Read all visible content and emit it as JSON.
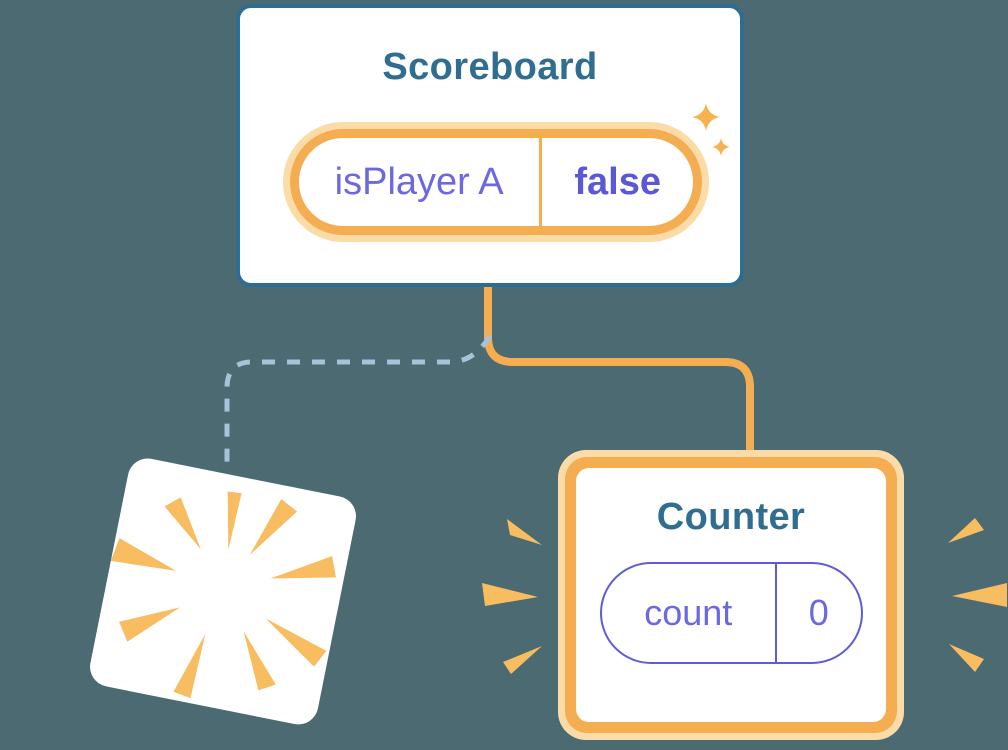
{
  "diagram": {
    "scoreboard": {
      "title": "Scoreboard",
      "state": {
        "name": "isPlayer A",
        "value": "false"
      }
    },
    "counter": {
      "title": "Counter",
      "state": {
        "name": "count",
        "value": "0"
      }
    },
    "deleted_component": {
      "description": "removed component shown as blank tilted card with poof burst"
    }
  },
  "icons": {
    "sparkles": "sparkles-icon",
    "poof": "poof-burst-icon",
    "emphasis": "emphasis-rays-icon"
  },
  "colors": {
    "background": "#4B6A72",
    "card_border_blue": "#2D6D92",
    "heading_blue": "#2F6E90",
    "accent_orange": "#F5AD52",
    "orange_glow": "#FBDCA8",
    "ray_orange": "#F8BC61",
    "state_purple": "#6B68E1",
    "value_purple": "#5B58D6",
    "pill_border_purple": "#5F5CDA",
    "dashed_blue": "#A6C4D9"
  }
}
